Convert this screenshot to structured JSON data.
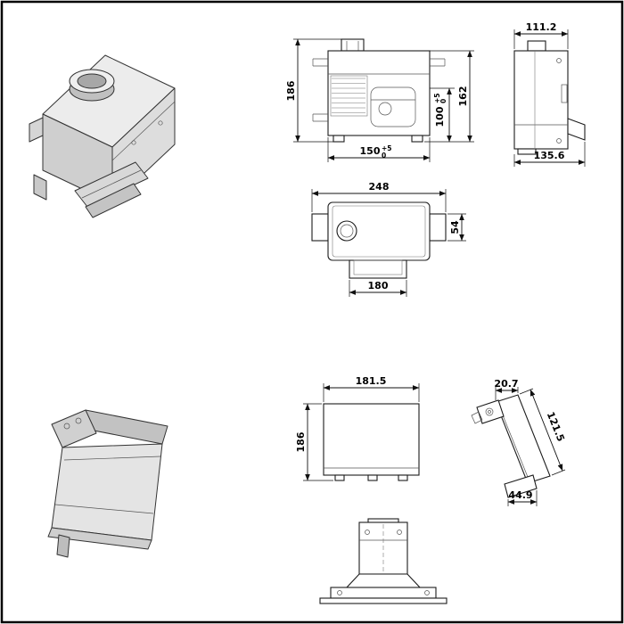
{
  "meta": {
    "type": "technical-drawing",
    "background": "#ffffff",
    "line_color": "#1c1c1c",
    "units": "mm"
  },
  "views": {
    "front_top": {
      "overall_height": "186",
      "body_height": "162",
      "base_width": "150",
      "base_width_tol_upper": "+5",
      "base_width_tol_lower": "0",
      "opening_height": "100",
      "opening_height_tol_upper": "+5",
      "opening_height_tol_lower": "0"
    },
    "side_top": {
      "top_width": "111.2",
      "overall_depth": "135.6"
    },
    "plan_top": {
      "overall_width": "248",
      "tab_depth": "54",
      "flange_width": "180"
    },
    "front_bottom": {
      "width": "181.5",
      "height": "186"
    },
    "side_bottom": {
      "top_depth": "20.7",
      "slope_length": "121.5",
      "base_depth": "44.9"
    }
  }
}
